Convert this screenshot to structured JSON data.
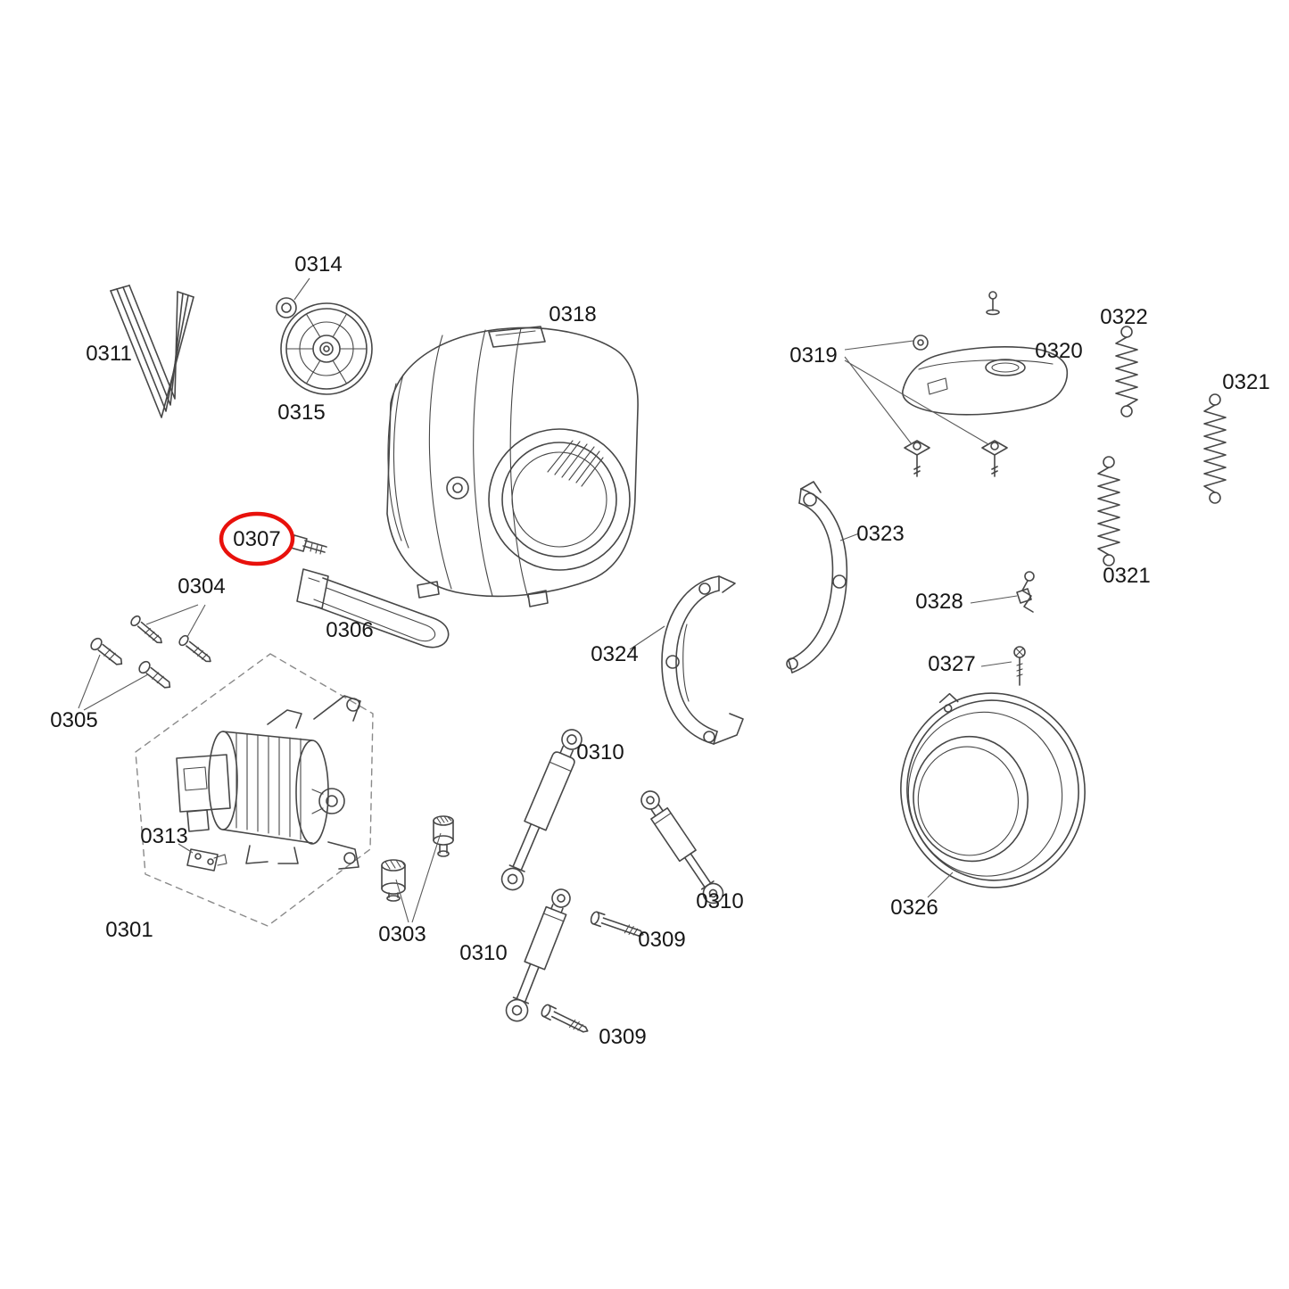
{
  "diagram": {
    "type": "exploded-parts-diagram",
    "subject": "washing machine drum, motor and suspension assembly",
    "line_color": "#474747",
    "label_color": "#161616",
    "highlight": {
      "part": "0307",
      "color": "#e8110c"
    },
    "labels": [
      {
        "id": "label-0314",
        "text": "0314"
      },
      {
        "id": "label-0311",
        "text": "0311"
      },
      {
        "id": "label-0315",
        "text": "0315"
      },
      {
        "id": "label-0318",
        "text": "0318"
      },
      {
        "id": "label-0319",
        "text": "0319"
      },
      {
        "id": "label-0320",
        "text": "0320"
      },
      {
        "id": "label-0322",
        "text": "0322"
      },
      {
        "id": "label-0321-right",
        "text": "0321"
      },
      {
        "id": "label-0307",
        "text": "0307"
      },
      {
        "id": "label-0304",
        "text": "0304"
      },
      {
        "id": "label-0306",
        "text": "0306"
      },
      {
        "id": "label-0323",
        "text": "0323"
      },
      {
        "id": "label-0328",
        "text": "0328"
      },
      {
        "id": "label-0321-lower",
        "text": "0321"
      },
      {
        "id": "label-0327",
        "text": "0327"
      },
      {
        "id": "label-0324",
        "text": "0324"
      },
      {
        "id": "label-0305",
        "text": "0305"
      },
      {
        "id": "label-0310-top",
        "text": "0310"
      },
      {
        "id": "label-0313",
        "text": "0313"
      },
      {
        "id": "label-0310-right",
        "text": "0310"
      },
      {
        "id": "label-0309-upper",
        "text": "0309"
      },
      {
        "id": "label-0303",
        "text": "0303"
      },
      {
        "id": "label-0301",
        "text": "0301"
      },
      {
        "id": "label-0310-lower",
        "text": "0310"
      },
      {
        "id": "label-0326",
        "text": "0326"
      },
      {
        "id": "label-0309-lower",
        "text": "0309"
      }
    ]
  }
}
